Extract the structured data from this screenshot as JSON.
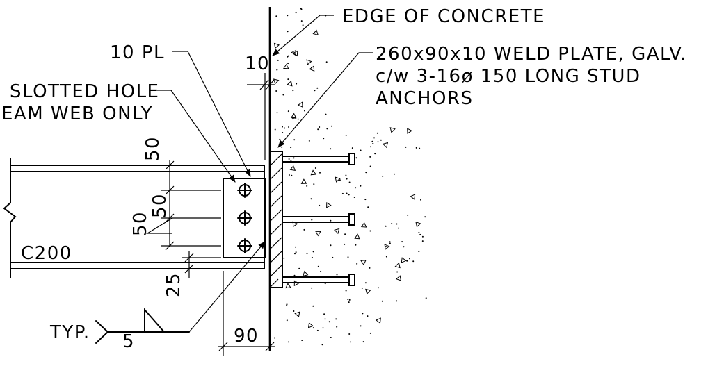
{
  "labels": {
    "edge_of_concrete": "EDGE OF CONCRETE",
    "weld_plate_line1": "260x90x10 WELD PLATE, GALV.",
    "weld_plate_line2": "c/w 3-16ø 150 LONG STUD",
    "weld_plate_line3": "ANCHORS",
    "plate": "10 PL",
    "slotted_hole_line1": "SLOTTED HOLE",
    "slotted_hole_line2": "EAM WEB ONLY",
    "beam": "C200",
    "weld_typ": "TYP.",
    "weld_size": "5"
  },
  "dimensions": {
    "dim_top_10": "10",
    "dim_top_50": "50",
    "dim_bolt_50": "50",
    "dim_left_50": "50",
    "dim_bottom_25": "25",
    "dim_width_90": "90"
  }
}
